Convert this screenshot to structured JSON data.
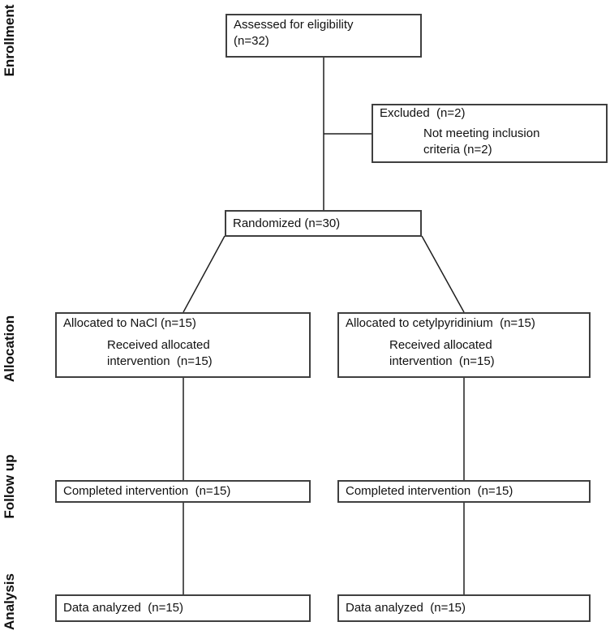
{
  "colors": {
    "box_border": "#3f3f3f",
    "connector": "#1f1f1f",
    "text": "#111111",
    "background": "#ffffff"
  },
  "stages": {
    "enrollment": "Enrollment",
    "allocation": "Allocation",
    "followup": "Follow up",
    "analysis": "Analysis"
  },
  "boxes": {
    "assessed": {
      "line1": "Assessed for eligibility",
      "line2": "(n=32)"
    },
    "excluded": {
      "line1": "Excluded  (n=2)",
      "sub1": "Not meeting inclusion",
      "sub2": "criteria (n=2)"
    },
    "randomized": {
      "line1": "Randomized (n=30)"
    },
    "allocated_nacl": {
      "line1": "Allocated to NaCl (n=15)",
      "sub1": "Received allocated",
      "sub2": "intervention  (n=15)"
    },
    "allocated_cetylpyridinium": {
      "line1": "Allocated to cetylpyridinium  (n=15)",
      "sub1": "Received allocated",
      "sub2": "intervention  (n=15)"
    },
    "completed_nacl": {
      "line1": "Completed intervention  (n=15)"
    },
    "completed_cetylpyridinium": {
      "line1": "Completed intervention  (n=15)"
    },
    "analyzed_nacl": {
      "line1": "Data analyzed  (n=15)"
    },
    "analyzed_cetylpyridinium": {
      "line1": "Data analyzed  (n=15)"
    }
  }
}
